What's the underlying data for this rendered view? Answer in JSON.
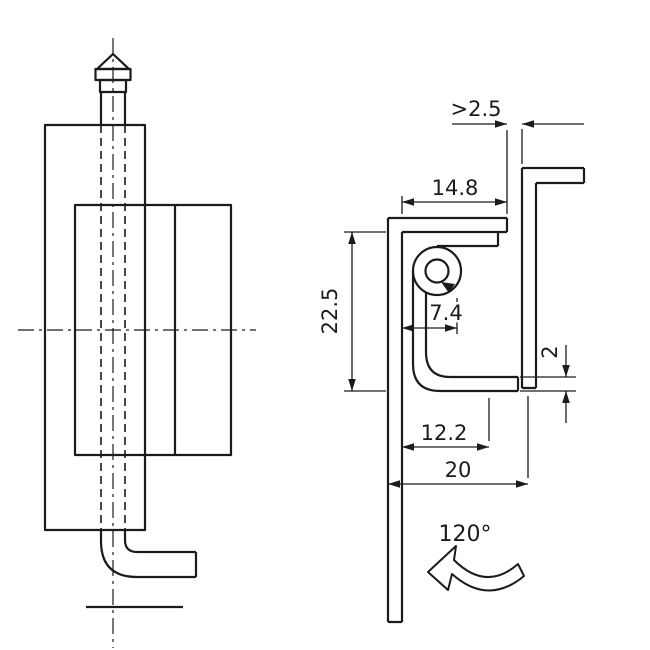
{
  "drawing": {
    "kind": "hinge technical drawing, front view and profile section",
    "colors": {
      "line": "#1b1b1b",
      "background": "#ffffff"
    },
    "dimensions": {
      "clearance": ">2.5",
      "top_width": "14.8",
      "height": "22.5",
      "pin_offset": "7.4",
      "material_thickness": "2",
      "inner_depth": "12.2",
      "overall_depth": "20",
      "opening_angle": "120°"
    }
  }
}
